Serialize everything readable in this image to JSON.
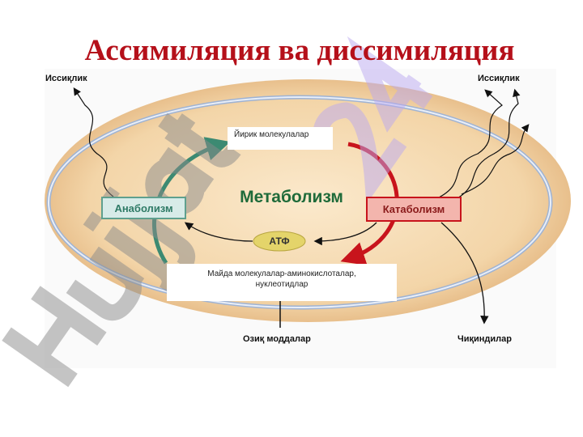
{
  "title": "Ассимиляция ва диссимиляция",
  "labels": {
    "heat_left": "Иссиқлик",
    "heat_right": "Иссиқлик",
    "large_molecules": "Йирик молекулалар",
    "metabolism": "Метаболизм",
    "anabolism": "Анаболизм",
    "catabolism": "Катаболизм",
    "atp": "АТФ",
    "small_molecules": "Майда молекулалар-аминокислоталар, нуклеотидлар",
    "nutrients": "Озиқ моддалар",
    "waste": "Чиқиндилар"
  },
  "watermark": "Hujjat24",
  "colors": {
    "title": "#b5101a",
    "anabolism": "#3c8a72",
    "catabolism": "#c8141c"
  }
}
